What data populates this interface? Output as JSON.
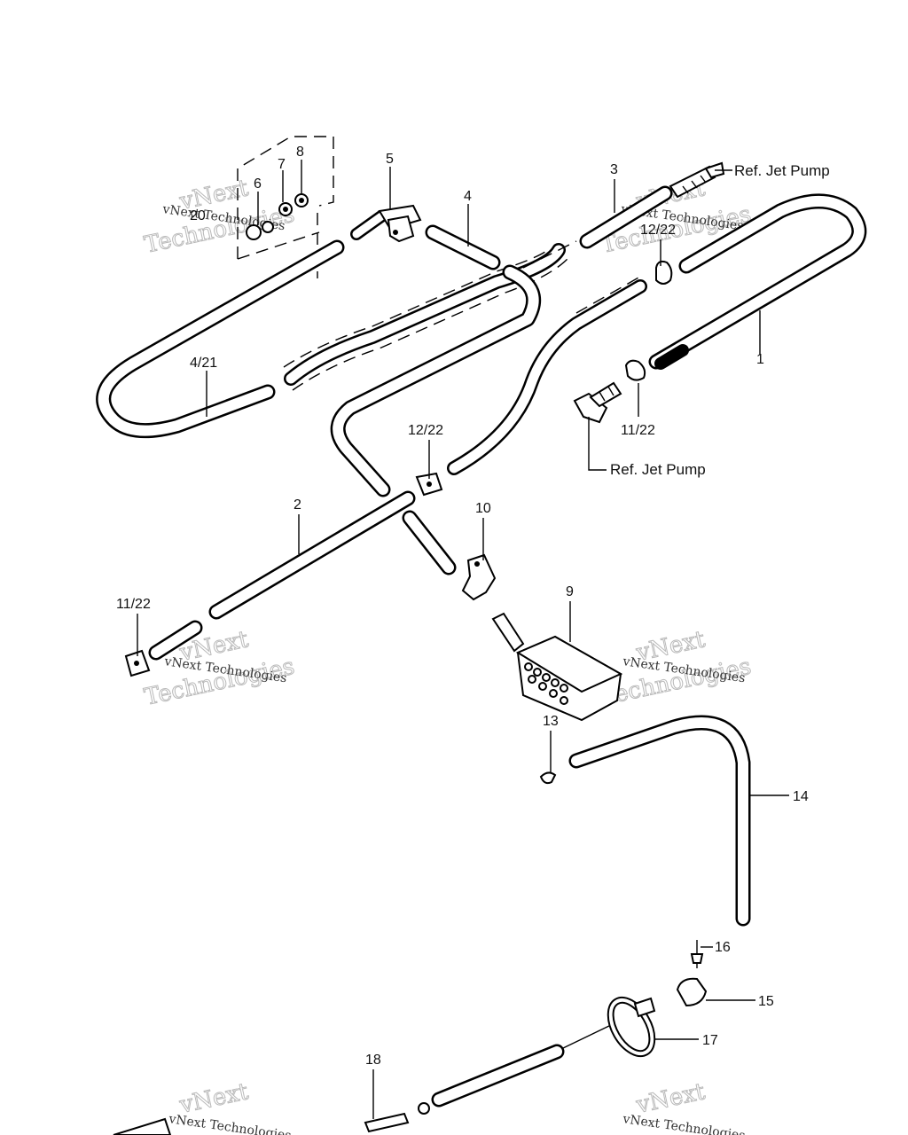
{
  "labels": {
    "p1": "1",
    "p2": "2",
    "p3": "3",
    "p4": "4",
    "p4_21": "4/21",
    "p5": "5",
    "p6": "6",
    "p7": "7",
    "p8": "8",
    "p9": "9",
    "p10": "10",
    "p11_22_a": "11/22",
    "p11_22_b": "11/22",
    "p12_22_a": "12/22",
    "p12_22_b": "12/22",
    "p13": "13",
    "p14": "14",
    "p15": "15",
    "p16": "16",
    "p17": "17",
    "p18": "18",
    "p20": "20",
    "ref_jet_pump_top": "Ref. Jet Pump",
    "ref_jet_pump_mid": "Ref. Jet Pump"
  },
  "watermarks": {
    "brand": "vNext",
    "company": "Technologies",
    "small": "vNext Technologies"
  }
}
